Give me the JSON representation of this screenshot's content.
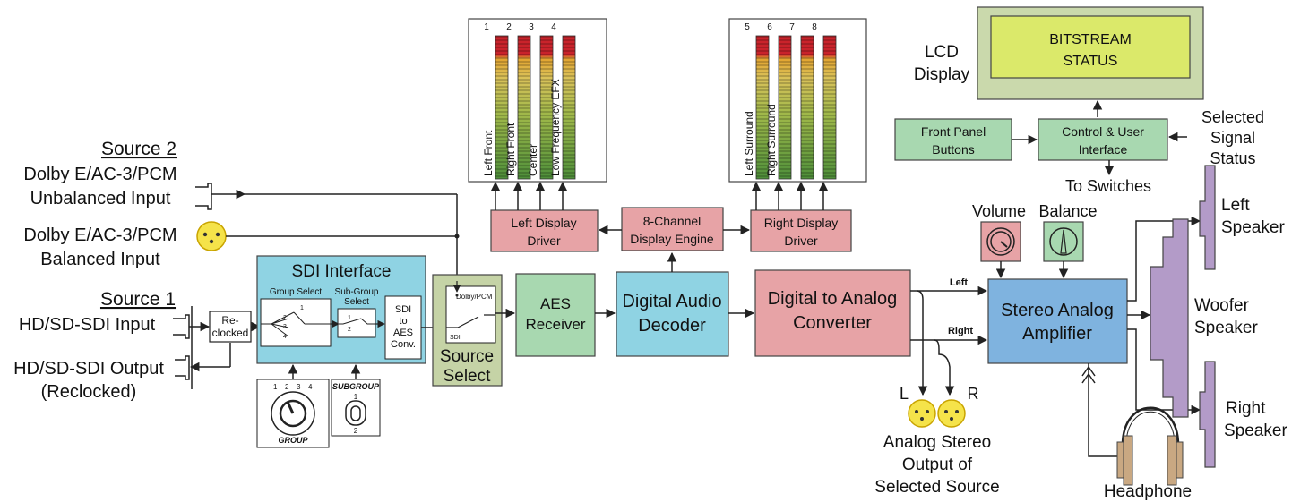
{
  "source2": {
    "heading": "Source 2",
    "unbalanced_line1": "Dolby E/AC-3/PCM",
    "unbalanced_line2": "Unbalanced Input",
    "balanced_line1": "Dolby E/AC-3/PCM",
    "balanced_line2": "Balanced Input"
  },
  "source1": {
    "heading": "Source 1",
    "input": "HD/SD-SDI Input",
    "output": "HD/SD-SDI Output",
    "output_note": "(Reclocked)"
  },
  "reclocked": {
    "line1": "Re-",
    "line2": "clocked"
  },
  "sdi_interface": {
    "title": "SDI Interface",
    "group_select": "Group Select",
    "subgroup_select_1": "Sub-Group",
    "subgroup_select_2": "Select",
    "group_numbers": [
      "1",
      "2",
      "3",
      "4"
    ],
    "subgroup_numbers": [
      "1",
      "2"
    ],
    "conv_line1": "SDI",
    "conv_line2": "to",
    "conv_line3": "AES",
    "conv_line4": "Conv."
  },
  "group_knob": {
    "label": "GROUP",
    "numbers": [
      "1",
      "2",
      "3",
      "4"
    ]
  },
  "subgroup_toggle": {
    "label": "SUBGROUP",
    "top": "1",
    "bottom": "2"
  },
  "source_select": {
    "line1": "Source",
    "line2": "Select",
    "dolby_pcm": "Dolby/PCM",
    "sdi": "SDI"
  },
  "aes_receiver": {
    "line1": "AES",
    "line2": "Receiver"
  },
  "decoder": {
    "line1": "Digital Audio",
    "line2": "Decoder"
  },
  "dac": {
    "line1": "Digital to Analog",
    "line2": "Converter"
  },
  "display_engine": {
    "line1": "8-Channel",
    "line2": "Display Engine"
  },
  "left_driver": {
    "line1": "Left Display",
    "line2": "Driver"
  },
  "right_driver": {
    "line1": "Right Display",
    "line2": "Driver"
  },
  "meters_left": [
    {
      "number": "1",
      "label": "Left Front"
    },
    {
      "number": "2",
      "label": "Right Front"
    },
    {
      "number": "3",
      "label": "Center"
    },
    {
      "number": "4",
      "label": "Low Frequency EFX"
    }
  ],
  "meters_right": [
    {
      "number": "5",
      "label": "Left Surround"
    },
    {
      "number": "6",
      "label": "Right Surround"
    },
    {
      "number": "7",
      "label": ""
    },
    {
      "number": "8",
      "label": ""
    }
  ],
  "lcd": {
    "label_line1": "LCD",
    "label_line2": "Display",
    "screen_line1": "BITSTREAM",
    "screen_line2": "STATUS"
  },
  "front_panel": {
    "line1": "Front Panel",
    "line2": "Buttons"
  },
  "control": {
    "line1": "Control & User",
    "line2": "Interface"
  },
  "selected_status": {
    "line1": "Selected",
    "line2": "Signal",
    "line3": "Status"
  },
  "to_switches": "To Switches",
  "volume": "Volume",
  "balance": "Balance",
  "amplifier": {
    "line1": "Stereo Analog",
    "line2": "Amplifier"
  },
  "wires": {
    "left": "Left",
    "right": "Right"
  },
  "analog_out": {
    "l": "L",
    "r": "R",
    "line1": "Analog Stereo",
    "line2": "Output of",
    "line3": "Selected Source"
  },
  "speakers": {
    "left_line1": "Left",
    "left_line2": "Speaker",
    "woofer_line1": "Woofer",
    "woofer_line2": "Speaker",
    "right_line1": "Right",
    "right_line2": "Speaker"
  },
  "headphone": "Headphone",
  "colors": {
    "pink": "#e7a3a6",
    "blue": "#8fd3e3",
    "green": "#a8d8b0",
    "olive": "#c5d3a6",
    "lcd_frame": "#cad9ac",
    "lcd_screen": "#dbe96a",
    "amp": "#7fb3df",
    "speaker": "#b39bc8",
    "xlr": "#f5e34a"
  }
}
